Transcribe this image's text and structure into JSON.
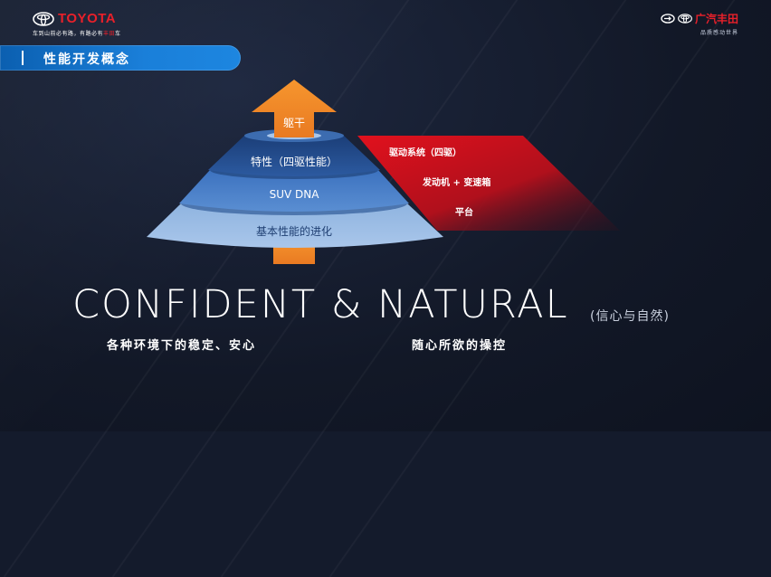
{
  "header": {
    "toyota_name": "TOYOTA",
    "toyota_slogan_prefix": "车到山前必有路，有路必有",
    "toyota_slogan_brand": "丰田",
    "toyota_slogan_suffix": "车",
    "gac_name": "广汽丰田",
    "gac_subtitle": "品质感动世界"
  },
  "section_title": "性能开发概念",
  "pyramid": {
    "top": "躯干",
    "tier1": "特性（四驱性能）",
    "tier2": "SUV DNA",
    "tier3": "基本性能的进化"
  },
  "right_panel": {
    "item1": "驱动系统（四驱）",
    "item2": "发动机 + 变速箱",
    "item3": "平台"
  },
  "headline": {
    "main": "CONFIDENT & NATURAL",
    "translation": "(信心与自然)"
  },
  "captions": {
    "left": "各种环境下的稳定、安心",
    "right": "随心所欲的操控"
  },
  "colors": {
    "brand_red": "#e8202a",
    "title_blue": "#1a7fd9",
    "arrow_orange": "#f0882a"
  }
}
